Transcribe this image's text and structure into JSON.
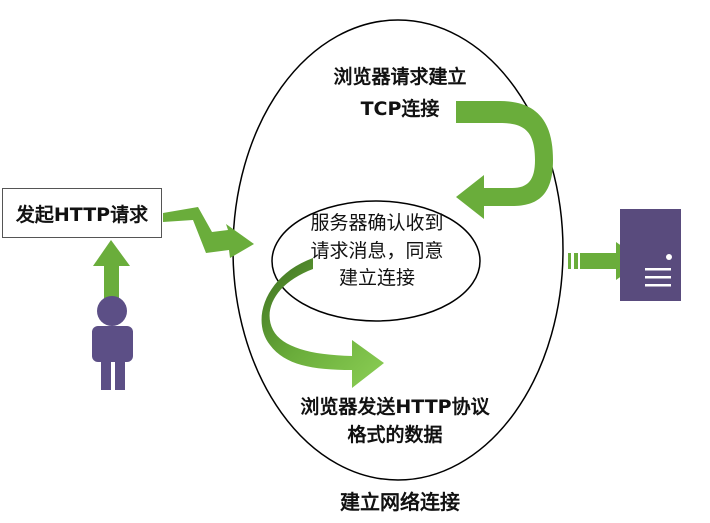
{
  "start_box": {
    "label": "发起HTTP请求"
  },
  "steps": {
    "step1": {
      "line1": "浏览器请求建立",
      "line2": "TCP连接"
    },
    "step2": {
      "line1": "服务器确认收到",
      "line2": "请求消息，同意",
      "line3": "建立连接"
    },
    "step3": {
      "line1": "浏览器发送HTTP协议",
      "line2": "格式的数据"
    }
  },
  "caption": "建立网络连接",
  "icons": {
    "user": "user-icon",
    "server": "server-icon"
  },
  "colors": {
    "arrow_green": "#6aad3b",
    "arrow_dark": "#4f8a2a",
    "person_purple": "#5c4f86",
    "server_purple": "#594b7d",
    "server_stripe": "#ffffff"
  }
}
